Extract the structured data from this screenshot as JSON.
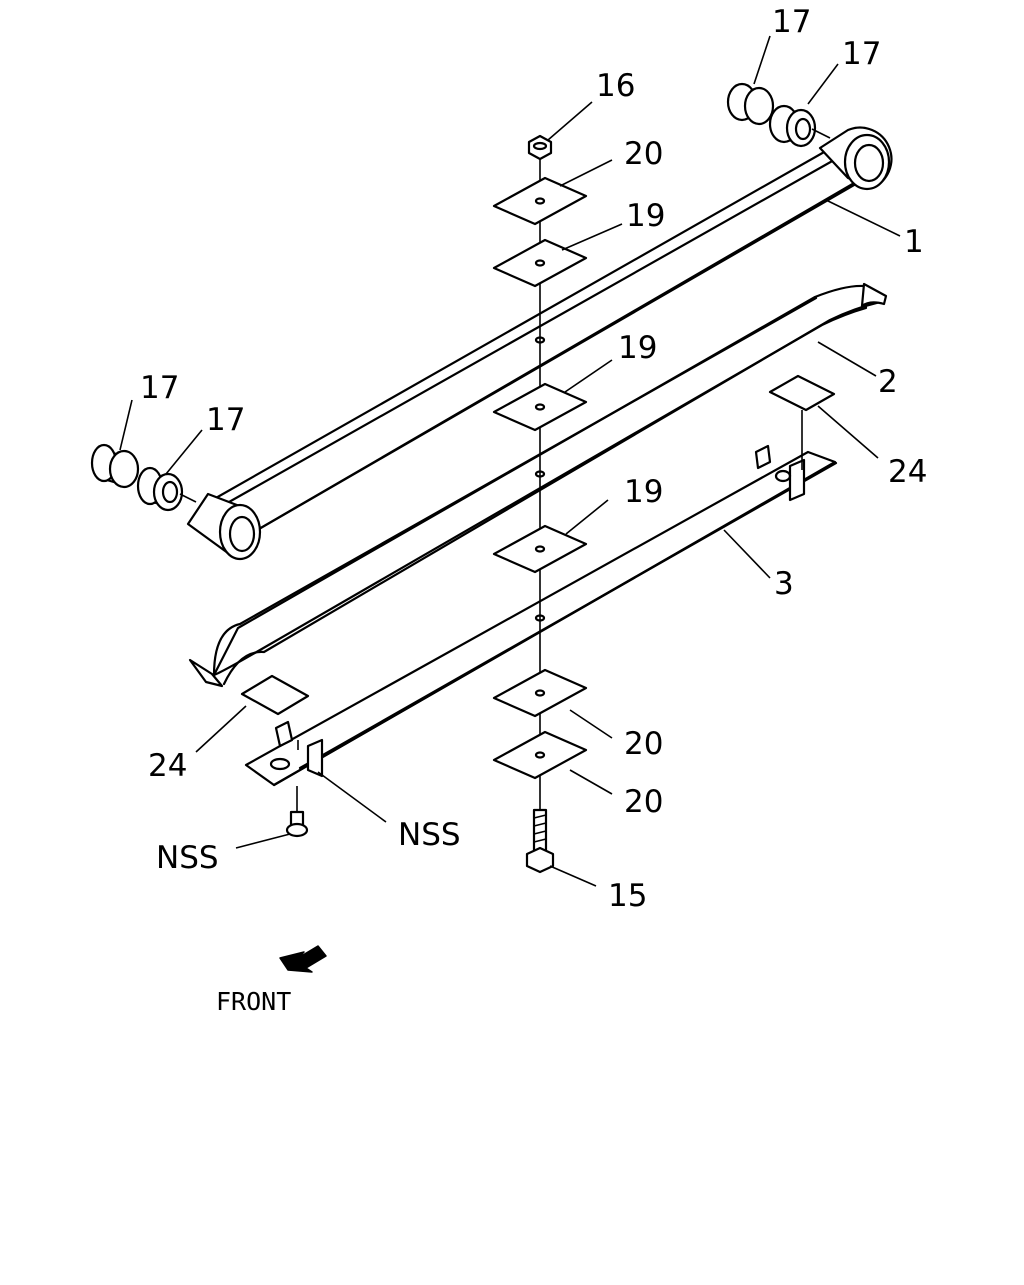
{
  "labels": {
    "bushing_tr_a": "17",
    "bushing_tr_b": "17",
    "bushing_l_a": "17",
    "bushing_l_b": "17",
    "nut": "16",
    "washer_top": "20",
    "pad_top": "19",
    "leaf_1": "1",
    "pad_mid": "19",
    "leaf_2": "2",
    "pad_low": "19",
    "pad_right": "24",
    "leaf_3": "3",
    "pad_left": "24",
    "washer_b1": "20",
    "washer_b2": "20",
    "nss_clip": "NSS",
    "nss_rivet": "NSS",
    "bolt": "15"
  },
  "front": {
    "label": "FRONT"
  }
}
